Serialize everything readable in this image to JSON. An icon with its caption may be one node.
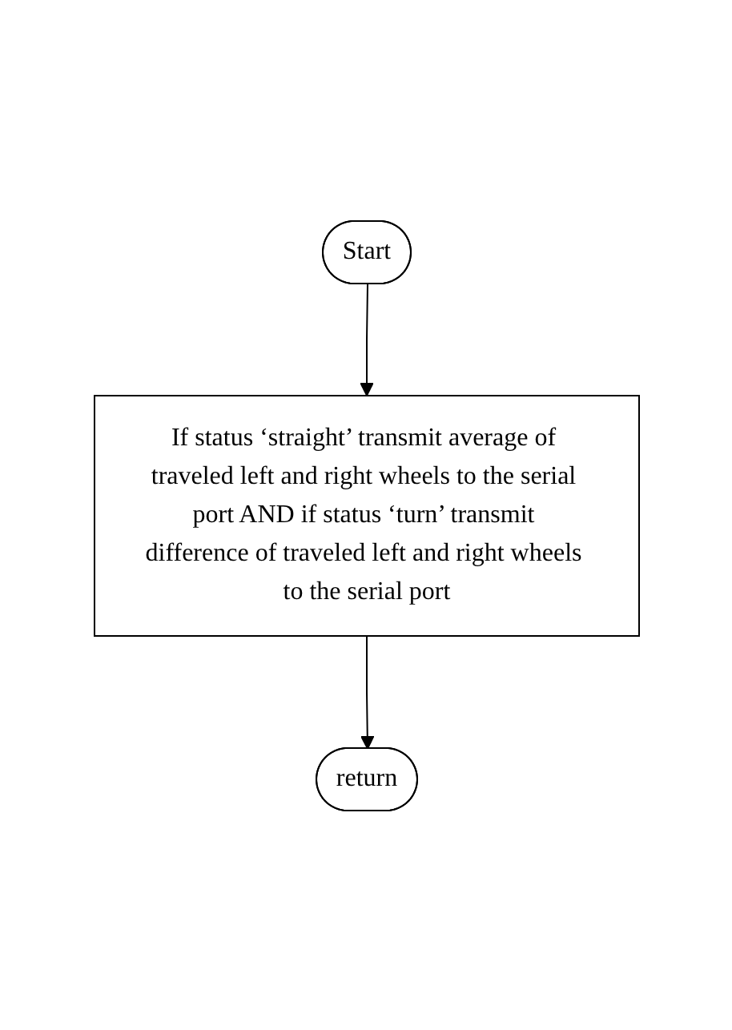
{
  "diagram": {
    "nodes": [
      {
        "text": [
          "Start"
        ]
      },
      {
        "text": [
          "If status ‘straight’ transmit average of traveled left and right wheels to the serial port AND if status ‘turn’ transmit difference of traveled left and right wheels to the serial port"
        ]
      },
      {
        "text": [
          "return"
        ]
      }
    ],
    "edges": [
      {
        "from": 0,
        "to": 1,
        "arrow": "to"
      },
      {
        "from": 1,
        "to": 2,
        "arrow": "to"
      }
    ]
  }
}
